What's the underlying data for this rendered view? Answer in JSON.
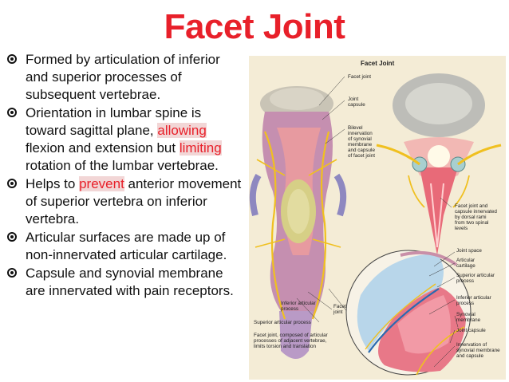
{
  "slide": {
    "title": "Facet Joint",
    "bullets": [
      {
        "parts": [
          {
            "text": "Formed by articulation of inferior and superior processes of subsequent vertebrae."
          }
        ]
      },
      {
        "parts": [
          {
            "text": "Orientation in lumbar spine is toward sagittal plane, "
          },
          {
            "text": "allowing",
            "highlight": true
          },
          {
            "text": " flexion and extension but "
          },
          {
            "text": "limiting",
            "highlight": true
          },
          {
            "text": " rotation of the lumbar vertebrae."
          }
        ]
      },
      {
        "parts": [
          {
            "text": "Helps to "
          },
          {
            "text": "prevent",
            "highlight": true
          },
          {
            "text": " anterior movement of superior vertebra on inferior vertebra."
          }
        ]
      },
      {
        "parts": [
          {
            "text": "Articular surfaces are made up of non-innervated articular cartilage."
          }
        ]
      },
      {
        "parts": [
          {
            "text": "Capsule and synovial membrane are innervated with pain receptors."
          }
        ]
      }
    ]
  },
  "figure": {
    "title": "Facet Joint",
    "labels": {
      "facet_joint": "Facet joint",
      "joint_capsule_1": "Joint",
      "joint_capsule_2": "capsule",
      "bilevel_1": "Bilevel",
      "bilevel_2": "innervation",
      "bilevel_3": "of synovial",
      "bilevel_4": "membrane",
      "bilevel_5": "and capsule",
      "bilevel_6": "of facet joint",
      "facet_capsule_1": "Facet joint and",
      "facet_capsule_2": "capsule innervated",
      "facet_capsule_3": "by dorsal rami",
      "facet_capsule_4": "from two spinal",
      "facet_capsule_5": "levels",
      "joint_space": "Joint space",
      "articular_cartilage_1": "Articular",
      "articular_cartilage_2": "cartilage",
      "superior_process_1": "Superior articular",
      "superior_process_2": "process",
      "inferior_process_1": "Inferior articular",
      "inferior_process_2": "process",
      "synovial_membrane_1": "Synovial",
      "synovial_membrane_2": "membrane",
      "joint_capsule_r": "Joint capsule",
      "innervation_1": "Innervation of",
      "innervation_2": "synovial membrane",
      "innervation_3": "and capsule",
      "inferior_articular_l_1": "Inferior articular",
      "inferior_articular_l_2": "process",
      "superior_articular_l": "Superior articular process",
      "facet_joint_l_1": "Facet",
      "facet_joint_l_2": "joint",
      "caption_1": "Facet joint, composed of articular",
      "caption_2": "processes of adjacent vertebrae,",
      "caption_3": "limits torsion and translation"
    }
  }
}
